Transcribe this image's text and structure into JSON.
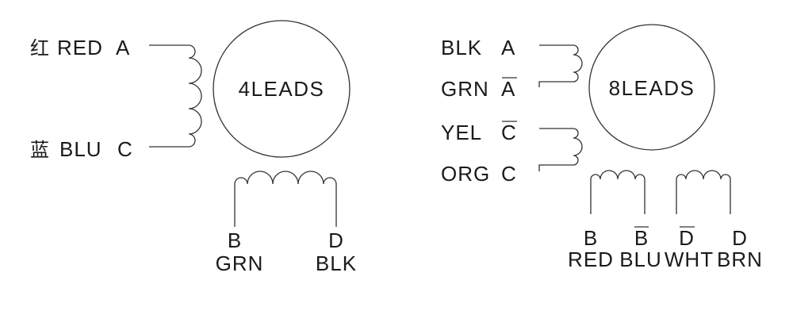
{
  "four_lead": {
    "center_label": "4LEADS",
    "wires": [
      {
        "cn": "红",
        "color": "RED",
        "phase": "A"
      },
      {
        "cn": "蓝",
        "color": "BLU",
        "phase": "C"
      },
      {
        "color": "GRN",
        "phase": "B"
      },
      {
        "color": "BLK",
        "phase": "D"
      }
    ]
  },
  "eight_lead": {
    "center_label": "8LEADS",
    "left_wires": [
      {
        "color": "BLK",
        "phase": "A"
      },
      {
        "color": "GRN",
        "phase": "A",
        "overline": true
      },
      {
        "color": "YEL",
        "phase": "C",
        "overline": true
      },
      {
        "color": "ORG",
        "phase": "C"
      }
    ],
    "bottom_wires": [
      {
        "color": "RED",
        "phase": "B"
      },
      {
        "color": "BLU",
        "phase": "B",
        "overline": true
      },
      {
        "color": "WHT",
        "phase": "D",
        "overline": true
      },
      {
        "color": "BRN",
        "phase": "D"
      }
    ]
  }
}
